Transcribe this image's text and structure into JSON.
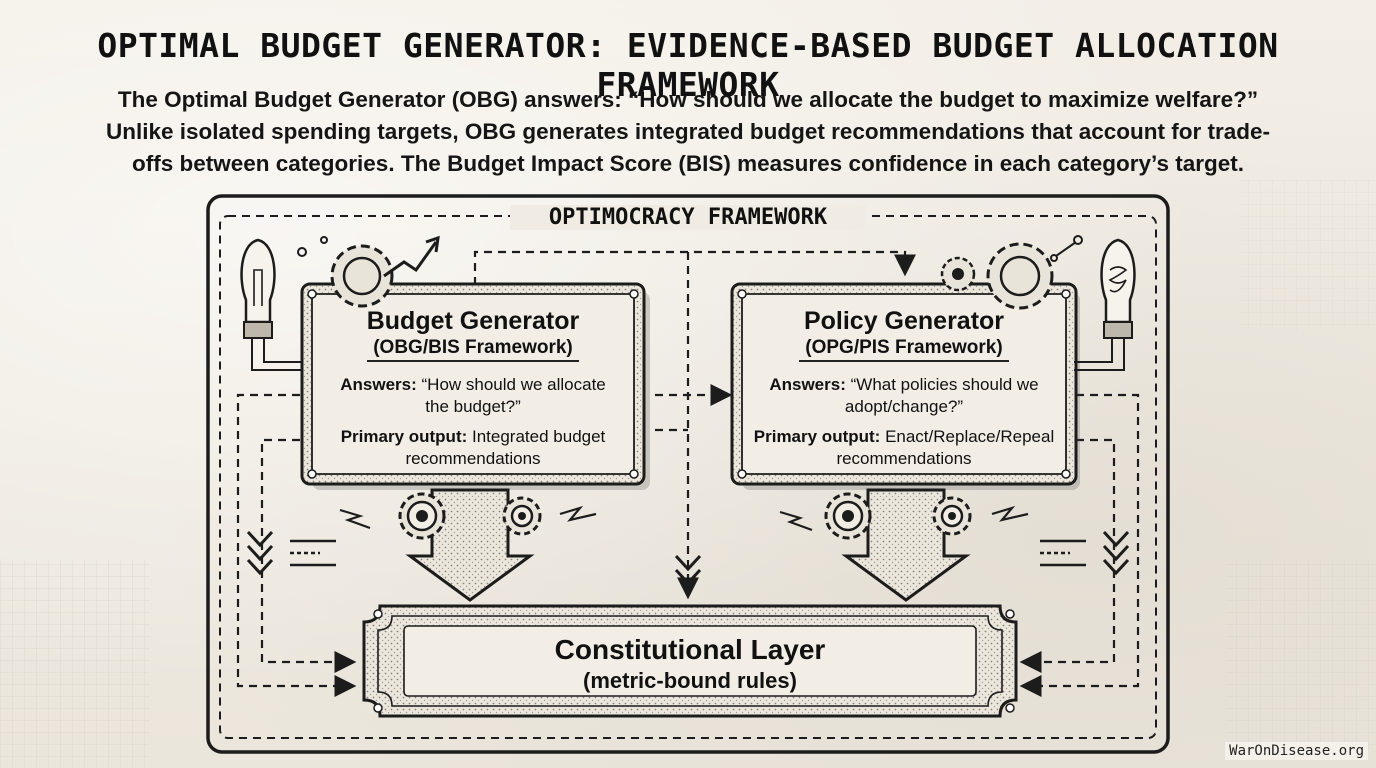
{
  "title": "OPTIMAL BUDGET GENERATOR: EVIDENCE-BASED BUDGET ALLOCATION FRAMEWORK",
  "intro": [
    "The Optimal Budget Generator (OBG) answers: “How should we allocate the budget to maximize welfare?”",
    "Unlike isolated spending targets, OBG generates integrated budget recommendations that account for trade-",
    "offs between categories. The Budget Impact Score (BIS) measures confidence in each category’s target."
  ],
  "framework_label": "OPTIMOCRACY FRAMEWORK",
  "budget_box": {
    "title": "Budget Generator",
    "subtitle": "(OBG/BIS Framework)",
    "answers_label": "Answers:",
    "answers_line1": "“How should we allocate",
    "answers_line2": "the budget?”",
    "output_label": "Primary output:",
    "output_line1": "Integrated budget",
    "output_line2": "recommendations"
  },
  "policy_box": {
    "title": "Policy Generator",
    "subtitle": "(OPG/PIS Framework)",
    "answers_label": "Answers:",
    "answers_line1": "“What policies should we",
    "answers_line2": "adopt/change?”",
    "output_label": "Primary output:",
    "output_line1": "Enact/Replace/Repeal",
    "output_line2": "recommendations"
  },
  "constitutional": {
    "title": "Constitutional Layer",
    "subtitle": "(metric-bound rules)"
  },
  "credit": "WarOnDisease.org",
  "colors": {
    "ink": "#1c1c1c",
    "paper": "#f1ede4",
    "panel": "#e9e4da"
  },
  "icons": [
    "light-bulb-icon",
    "gear-icon",
    "trend-arrow-icon",
    "spark-icon"
  ]
}
